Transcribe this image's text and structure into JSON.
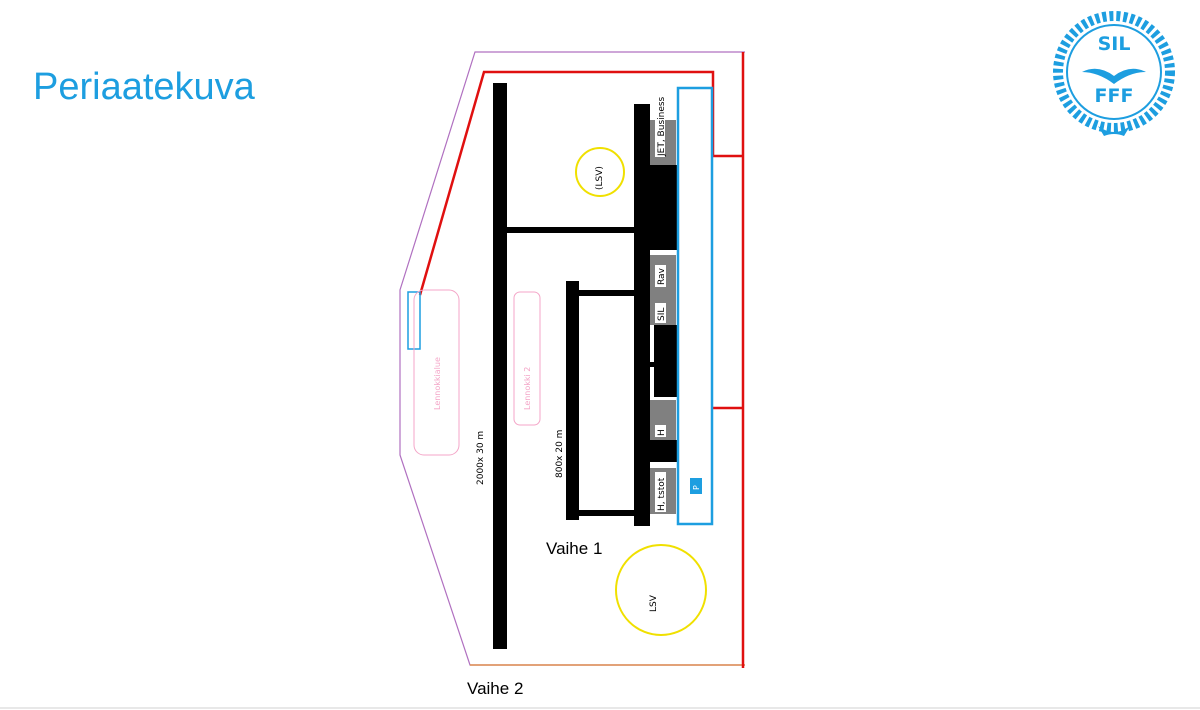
{
  "slide": {
    "title": "Periaatekuva"
  },
  "logo": {
    "top_text": "SIL",
    "bottom_text": "FFF",
    "color": "#1d9ee0"
  },
  "labels": {
    "jet": "JET, Business",
    "lsv_small": "(LSV)",
    "lsv_large": "LSV",
    "rav": "Rav",
    "sil": "SIL",
    "h": "H",
    "h_tstot": "H, tstot",
    "parking": "P",
    "runway_main": "2000x 30 m",
    "runway_second": "800x 20 m",
    "model_area_1": "Lennokkialue",
    "model_area_2": "Lennokki 2",
    "phase_1": "Vaihe 1",
    "phase_2": "Vaihe 2"
  },
  "colors": {
    "title": "#1d9ee0",
    "runway": "#000000",
    "building": "#808080",
    "apron_outline": "#1d9ee0",
    "fence": "#e01010",
    "boundary": "#b070c0",
    "lsv_circle": "#f0e000",
    "model_area": "#f4a6c8"
  }
}
